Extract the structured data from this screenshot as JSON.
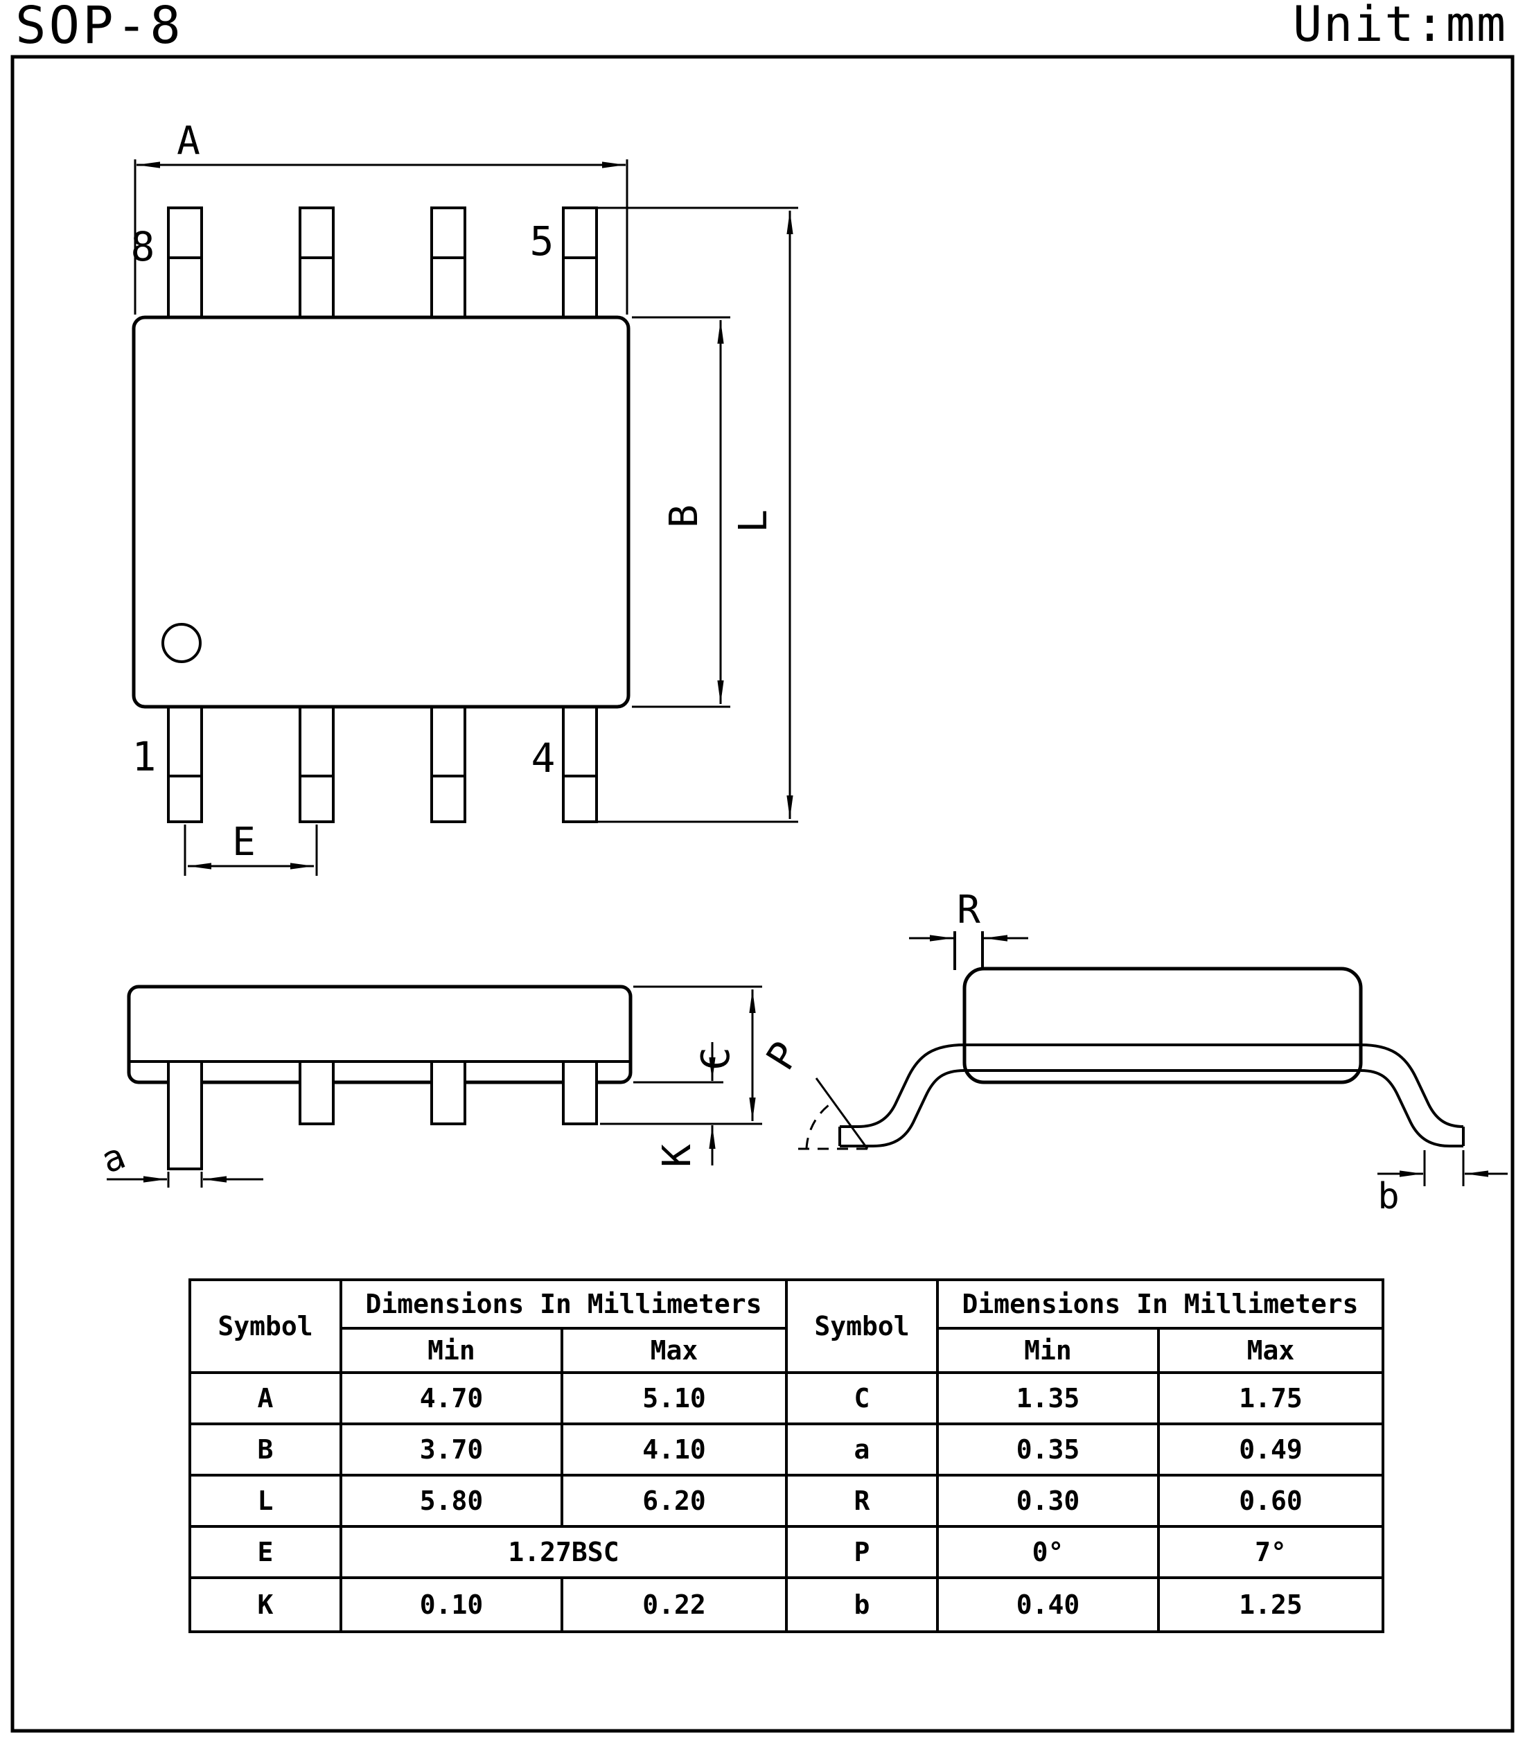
{
  "header": {
    "title": "SOP-8",
    "unit_label": "Unit:mm"
  },
  "drawing": {
    "top_view": {
      "pin_labels": {
        "top_left": "8",
        "top_right": "5",
        "bottom_left": "1",
        "bottom_right": "4"
      },
      "dim_labels": {
        "width": "A",
        "body_length": "B",
        "lead_span": "L",
        "pitch": "E"
      }
    },
    "side_view": {
      "dim_labels": {
        "height": "C",
        "standoff": "K",
        "lead_width": "a"
      }
    },
    "end_view": {
      "dim_labels": {
        "radius": "R",
        "angle": "P",
        "foot": "b"
      }
    },
    "line_color": "#000000"
  },
  "table": {
    "left": {
      "headers": {
        "symbol": "Symbol",
        "dims": "Dimensions In Millimeters",
        "min": "Min",
        "max": "Max"
      },
      "rows": [
        {
          "symbol": "A",
          "min": "4.70",
          "max": "5.10"
        },
        {
          "symbol": "B",
          "min": "3.70",
          "max": "4.10"
        },
        {
          "symbol": "L",
          "min": "5.80",
          "max": "6.20"
        },
        {
          "symbol": "E",
          "span": "1.27BSC"
        },
        {
          "symbol": "K",
          "min": "0.10",
          "max": "0.22"
        }
      ]
    },
    "right": {
      "headers": {
        "symbol": "Symbol",
        "dims": "Dimensions In Millimeters",
        "min": "Min",
        "max": "Max"
      },
      "rows": [
        {
          "symbol": "C",
          "min": "1.35",
          "max": "1.75"
        },
        {
          "symbol": "a",
          "min": "0.35",
          "max": "0.49"
        },
        {
          "symbol": "R",
          "min": "0.30",
          "max": "0.60"
        },
        {
          "symbol": "P",
          "min": "0°",
          "max": "7°"
        },
        {
          "symbol": "b",
          "min": "0.40",
          "max": "1.25"
        }
      ]
    }
  }
}
